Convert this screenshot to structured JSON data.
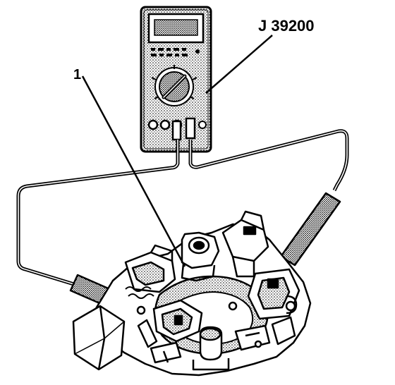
{
  "labels": {
    "tool_label": "J 39200",
    "component_label": "1"
  },
  "components": {
    "meter": "multimeter-icon",
    "brush_holder": "brush-holder-assembly",
    "leads": "test-lead-probes"
  },
  "colors": {
    "ink": "#000000",
    "stipple": "#d4d4d4",
    "paper": "#ffffff"
  }
}
